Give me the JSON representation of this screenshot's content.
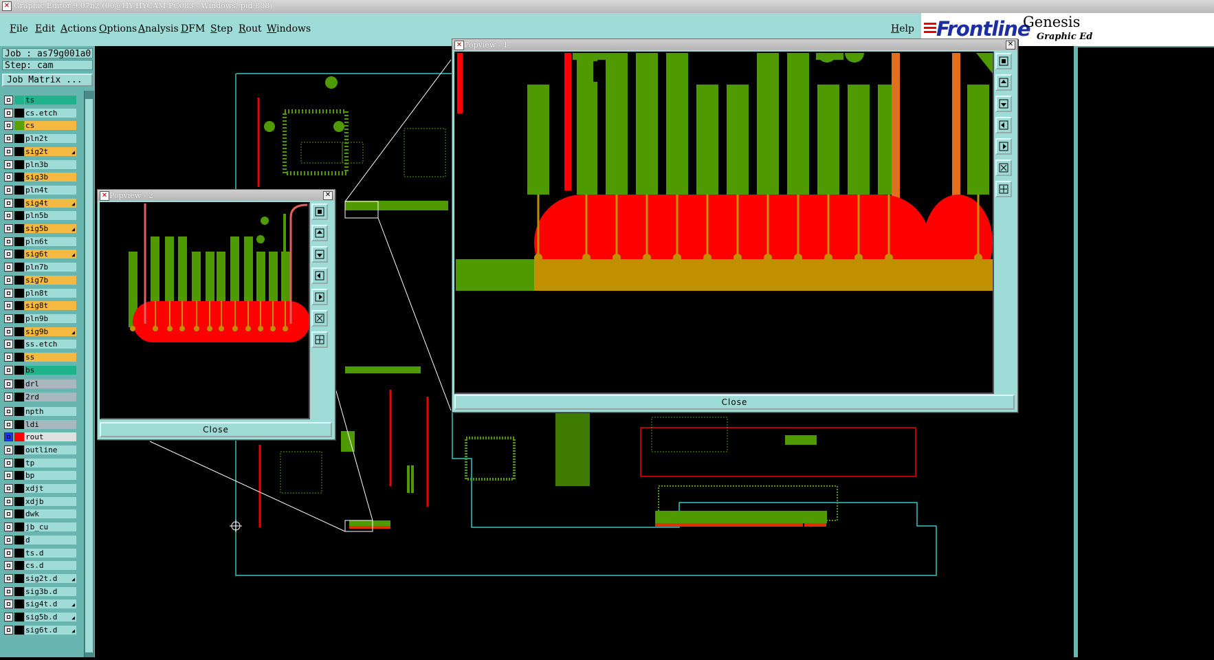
{
  "window": {
    "title": "Graphic Editor 9.07b2 (00@HY-HYCAM-PC083 - Windows, pid:808)"
  },
  "menubar": {
    "items": [
      "File",
      "Edit",
      "Actions",
      "Options",
      "Analysis",
      "DFM",
      "Step",
      "Rout",
      "Windows"
    ],
    "help": "Help"
  },
  "brand": {
    "logo": "Frontline",
    "product": "Genesis",
    "subtitle": "Graphic Ed"
  },
  "job": {
    "job_line": "Job : as79g001a0",
    "step_line": "Step: cam",
    "matrix_button": "Job Matrix ..."
  },
  "layers": [
    {
      "name": "ts",
      "color": "#1fb38c",
      "flag": false,
      "swatch": "#1fb38c"
    },
    {
      "name": "cs.etch",
      "color": "#9fdcd8",
      "flag": false,
      "swatch": "#000000"
    },
    {
      "name": "cs",
      "color": "#f5b942",
      "flag": false,
      "swatch": "#5aa000"
    },
    {
      "name": "pln2t",
      "color": "#9fdcd8",
      "flag": false,
      "swatch": "#000000"
    },
    {
      "name": "sig2t",
      "color": "#f5b942",
      "flag": true,
      "swatch": "#000000"
    },
    {
      "name": "pln3b",
      "color": "#9fdcd8",
      "flag": false,
      "swatch": "#000000"
    },
    {
      "name": "sig3b",
      "color": "#f5b942",
      "flag": false,
      "swatch": "#000000"
    },
    {
      "name": "pln4t",
      "color": "#9fdcd8",
      "flag": false,
      "swatch": "#000000"
    },
    {
      "name": "sig4t",
      "color": "#f5b942",
      "flag": true,
      "swatch": "#000000"
    },
    {
      "name": "pln5b",
      "color": "#9fdcd8",
      "flag": false,
      "swatch": "#000000"
    },
    {
      "name": "sig5b",
      "color": "#f5b942",
      "flag": true,
      "swatch": "#000000"
    },
    {
      "name": "pln6t",
      "color": "#9fdcd8",
      "flag": false,
      "swatch": "#000000"
    },
    {
      "name": "sig6t",
      "color": "#f5b942",
      "flag": true,
      "swatch": "#000000"
    },
    {
      "name": "pln7b",
      "color": "#9fdcd8",
      "flag": false,
      "swatch": "#000000"
    },
    {
      "name": "sig7b",
      "color": "#f5b942",
      "flag": false,
      "swatch": "#000000"
    },
    {
      "name": "pln8t",
      "color": "#9fdcd8",
      "flag": false,
      "swatch": "#000000"
    },
    {
      "name": "sig8t",
      "color": "#f5b942",
      "flag": false,
      "swatch": "#000000"
    },
    {
      "name": "pln9b",
      "color": "#9fdcd8",
      "flag": false,
      "swatch": "#000000"
    },
    {
      "name": "sig9b",
      "color": "#f5b942",
      "flag": true,
      "swatch": "#000000"
    },
    {
      "name": "ss.etch",
      "color": "#9fdcd8",
      "flag": false,
      "swatch": "#000000"
    },
    {
      "name": "ss",
      "color": "#f5b942",
      "flag": false,
      "swatch": "#000000"
    },
    {
      "name": "bs",
      "color": "#1fb38c",
      "flag": false,
      "swatch": "#000000"
    },
    {
      "name": "drl",
      "color": "#a9b8bf",
      "flag": false,
      "swatch": "#000000"
    },
    {
      "name": "2rd",
      "color": "#a9b8bf",
      "flag": false,
      "swatch": "#000000"
    },
    {
      "name": "npth",
      "color": "#9fdcd8",
      "flag": false,
      "swatch": "#000000"
    },
    {
      "name": "ldi",
      "color": "#a9b8bf",
      "flag": false,
      "swatch": "#000000"
    },
    {
      "name": "rout",
      "color": "#e0e0e0",
      "flag": false,
      "swatch": "#ff0000"
    },
    {
      "name": "outline",
      "color": "#9fdcd8",
      "flag": false,
      "swatch": "#000000"
    },
    {
      "name": "tp",
      "color": "#9fdcd8",
      "flag": false,
      "swatch": "#000000"
    },
    {
      "name": "bp",
      "color": "#9fdcd8",
      "flag": false,
      "swatch": "#000000"
    },
    {
      "name": "xdjt",
      "color": "#9fdcd8",
      "flag": false,
      "swatch": "#000000"
    },
    {
      "name": "xdjb",
      "color": "#9fdcd8",
      "flag": false,
      "swatch": "#000000"
    },
    {
      "name": "dwk",
      "color": "#9fdcd8",
      "flag": false,
      "swatch": "#000000"
    },
    {
      "name": "jb_cu",
      "color": "#9fdcd8",
      "flag": false,
      "swatch": "#000000"
    },
    {
      "name": "d",
      "color": "#9fdcd8",
      "flag": false,
      "swatch": "#000000"
    },
    {
      "name": "ts.d",
      "color": "#9fdcd8",
      "flag": false,
      "swatch": "#000000"
    },
    {
      "name": "cs.d",
      "color": "#9fdcd8",
      "flag": false,
      "swatch": "#000000"
    },
    {
      "name": "sig2t.d",
      "color": "#9fdcd8",
      "flag": true,
      "swatch": "#000000"
    },
    {
      "name": "sig3b.d",
      "color": "#9fdcd8",
      "flag": false,
      "swatch": "#000000"
    },
    {
      "name": "sig4t.d",
      "color": "#9fdcd8",
      "flag": true,
      "swatch": "#000000"
    },
    {
      "name": "sig5b.d",
      "color": "#9fdcd8",
      "flag": true,
      "swatch": "#000000"
    },
    {
      "name": "sig6t.d",
      "color": "#9fdcd8",
      "flag": true,
      "swatch": "#000000"
    }
  ],
  "popview2": {
    "title": "Popview - 2",
    "close_label": "Close"
  },
  "popview1": {
    "title": "Popview - 1",
    "close_label": "Close"
  },
  "colors": {
    "panel": "#9fdcd8",
    "panel_dark": "#69b5b0",
    "copper": "#4f9a00",
    "rout": "#ff0000",
    "overlap": "#c09000",
    "outline": "#4fd0d0"
  }
}
